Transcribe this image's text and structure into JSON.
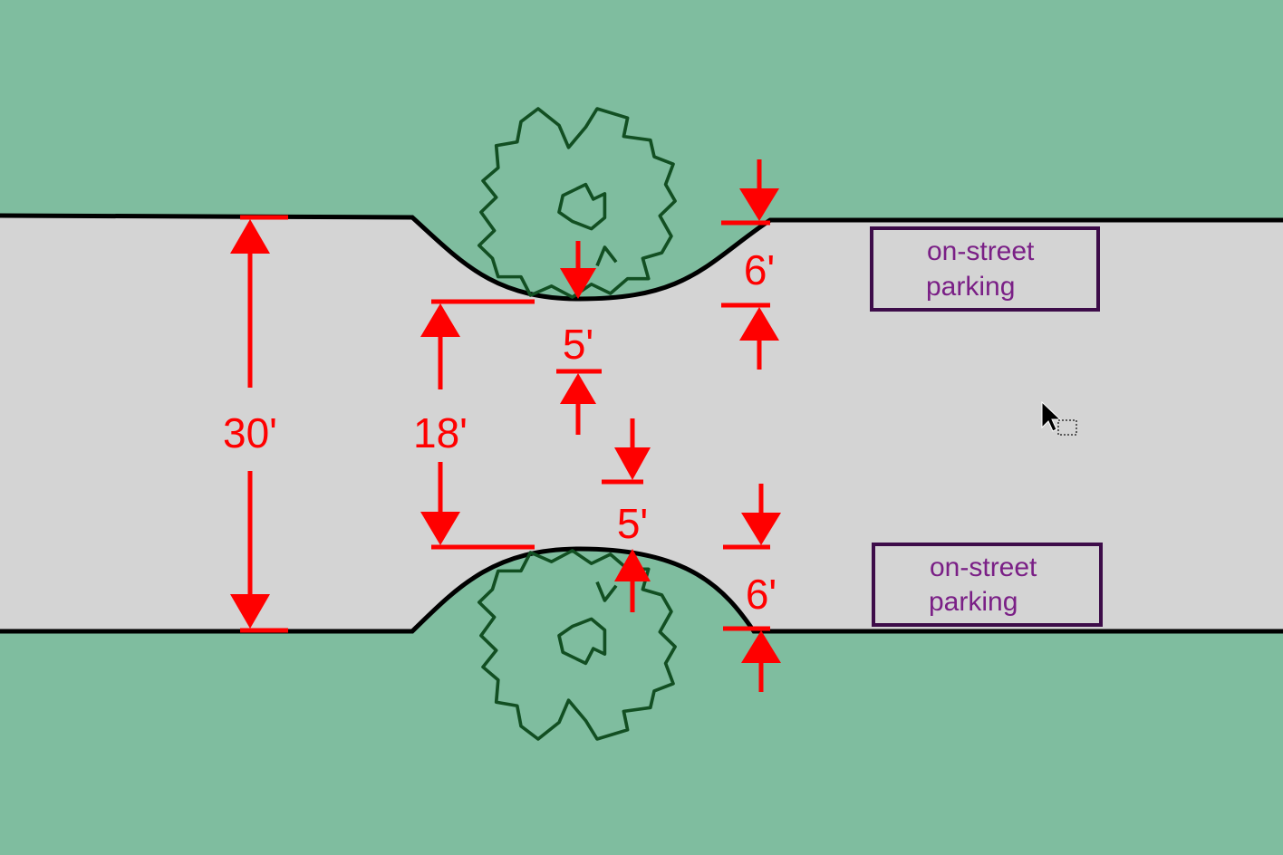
{
  "colors": {
    "grass": "#7fbd9f",
    "pavement": "#d4d4d4",
    "curb": "#000000",
    "dimension": "#ff0000",
    "tree_outline": "#124f22",
    "parking_border": "#3d0c49",
    "parking_text": "#7a1f86"
  },
  "dimensions": {
    "full_width": "30'",
    "neck_width": "18'",
    "top_bulbout_offset": "5'",
    "bottom_bulbout_offset": "5'",
    "top_parking_width": "6'",
    "bottom_parking_width": "6'"
  },
  "parking_labels": [
    {
      "line1": "on-street",
      "line2": "parking"
    },
    {
      "line1": "on-street",
      "line2": "parking"
    }
  ],
  "icons": [
    "tree-icon",
    "tree-icon",
    "mouse-cursor-icon"
  ]
}
